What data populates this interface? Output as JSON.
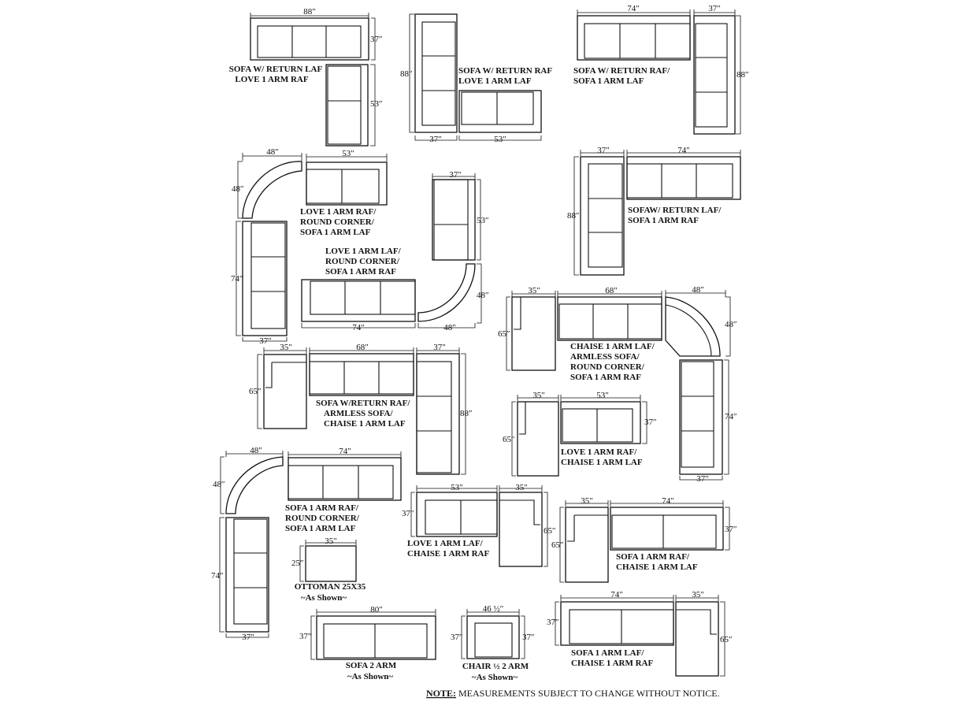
{
  "configurations": {
    "c1": {
      "name": "SOFA  W/ RETURN LAF",
      "name2": "LOVE 1 ARM  RAF",
      "d": {
        "w88": "88″",
        "d37": "37″",
        "d53": "53″"
      }
    },
    "c2": {
      "name": "SOFA W/ RETURN RAF",
      "name2": "LOVE 1 ARM LAF",
      "d": {
        "d88": "88″",
        "w37": "37″",
        "w53": "53″"
      }
    },
    "c3": {
      "name": "SOFA W/ RETURN RAF/",
      "name2": "SOFA 1 ARM LAF",
      "d": {
        "w74": "74″",
        "w37": "37″",
        "d88": "88″"
      }
    },
    "c4": {
      "name": "LOVE 1 ARM RAF/",
      "name2": "ROUND CORNER/",
      "name3": "SOFA 1 ARM LAF",
      "d": {
        "w48": "48″",
        "w53": "53″",
        "d48": "48″",
        "d74": "74″",
        "w37": "37″"
      }
    },
    "c5": {
      "name": "LOVE 1 ARM LAF/",
      "name2": "ROUND CORNER/",
      "name3": "SOFA 1 ARM RAF",
      "d": {
        "w37": "37″",
        "d53": "53″",
        "d48": "48″",
        "w74": "74″",
        "w48": "48″"
      }
    },
    "c6": {
      "name": "SOFAW/ RETURN LAF/",
      "name2": "SOFA 1 ARM RAF",
      "d": {
        "w37": "37″",
        "w74": "74″",
        "d88": "88″"
      }
    },
    "c7": {
      "name": "CHAISE 1 ARM LAF/",
      "name2": "ARMLESS SOFA/",
      "name3": "ROUND CORNER/",
      "name4": "SOFA 1 ARM RAF",
      "d": {
        "w35": "35″",
        "w68": "68″",
        "w48": "48″",
        "d65": "65″",
        "d48": "48″",
        "d74": "74″",
        "w37": "37″"
      }
    },
    "c8": {
      "name": "SOFA W/RETURN RAF/",
      "name2": "ARMLESS SOFA/",
      "name3": "CHAISE 1 ARM LAF",
      "d": {
        "w35": "35″",
        "w68": "68″",
        "w37": "37″",
        "d65": "65″",
        "d88": "88″"
      }
    },
    "c9": {
      "name": "LOVE 1 ARM RAF/",
      "name2": "CHAISE 1 ARM LAF",
      "d": {
        "w35": "35″",
        "w53": "53″",
        "d65": "65″",
        "d37": "37″"
      }
    },
    "c10": {
      "name": "SOFA 1 ARM RAF/",
      "name2": "ROUND CORNER/",
      "name3": "SOFA 1 ARM LAF",
      "d": {
        "w48": "48″",
        "w74": "74″",
        "d48": "48″",
        "d74": "74″",
        "w37": "37″"
      }
    },
    "c11": {
      "name": "LOVE 1 ARM LAF/",
      "name2": "CHAISE 1 ARM RAF",
      "d": {
        "w53": "53″",
        "w35": "35″",
        "d37": "37″",
        "d65": "65″"
      }
    },
    "c12": {
      "name": "SOFA 1 ARM RAF/",
      "name2": "CHAISE 1 ARM LAF",
      "d": {
        "w35": "35″",
        "w74": "74″",
        "d65": "65″",
        "d37": "37″"
      }
    },
    "c13": {
      "name": "OTTOMAN 25X35",
      "name2": "~As Shown~",
      "d": {
        "w35": "35″",
        "d25": "25″"
      }
    },
    "c14": {
      "name": "SOFA 2 ARM",
      "name2": "~As Shown~",
      "d": {
        "w80": "80″",
        "d37": "37″"
      }
    },
    "c15": {
      "name": "CHAIR ½   2 ARM",
      "name2": "~As Shown~",
      "d": {
        "w46": "46 ½″",
        "d37a": "37″",
        "d37b": "37″"
      }
    },
    "c16": {
      "name": "SOFA 1 ARM LAF/",
      "name2": "CHAISE 1 ARM RAF",
      "d": {
        "w74": "74″",
        "w35": "35″",
        "d37": "37″",
        "d65": "65″"
      }
    }
  },
  "note": {
    "prefix": "NOTE:",
    "text": " MEASUREMENTS SUBJECT TO CHANGE WITHOUT NOTICE."
  }
}
